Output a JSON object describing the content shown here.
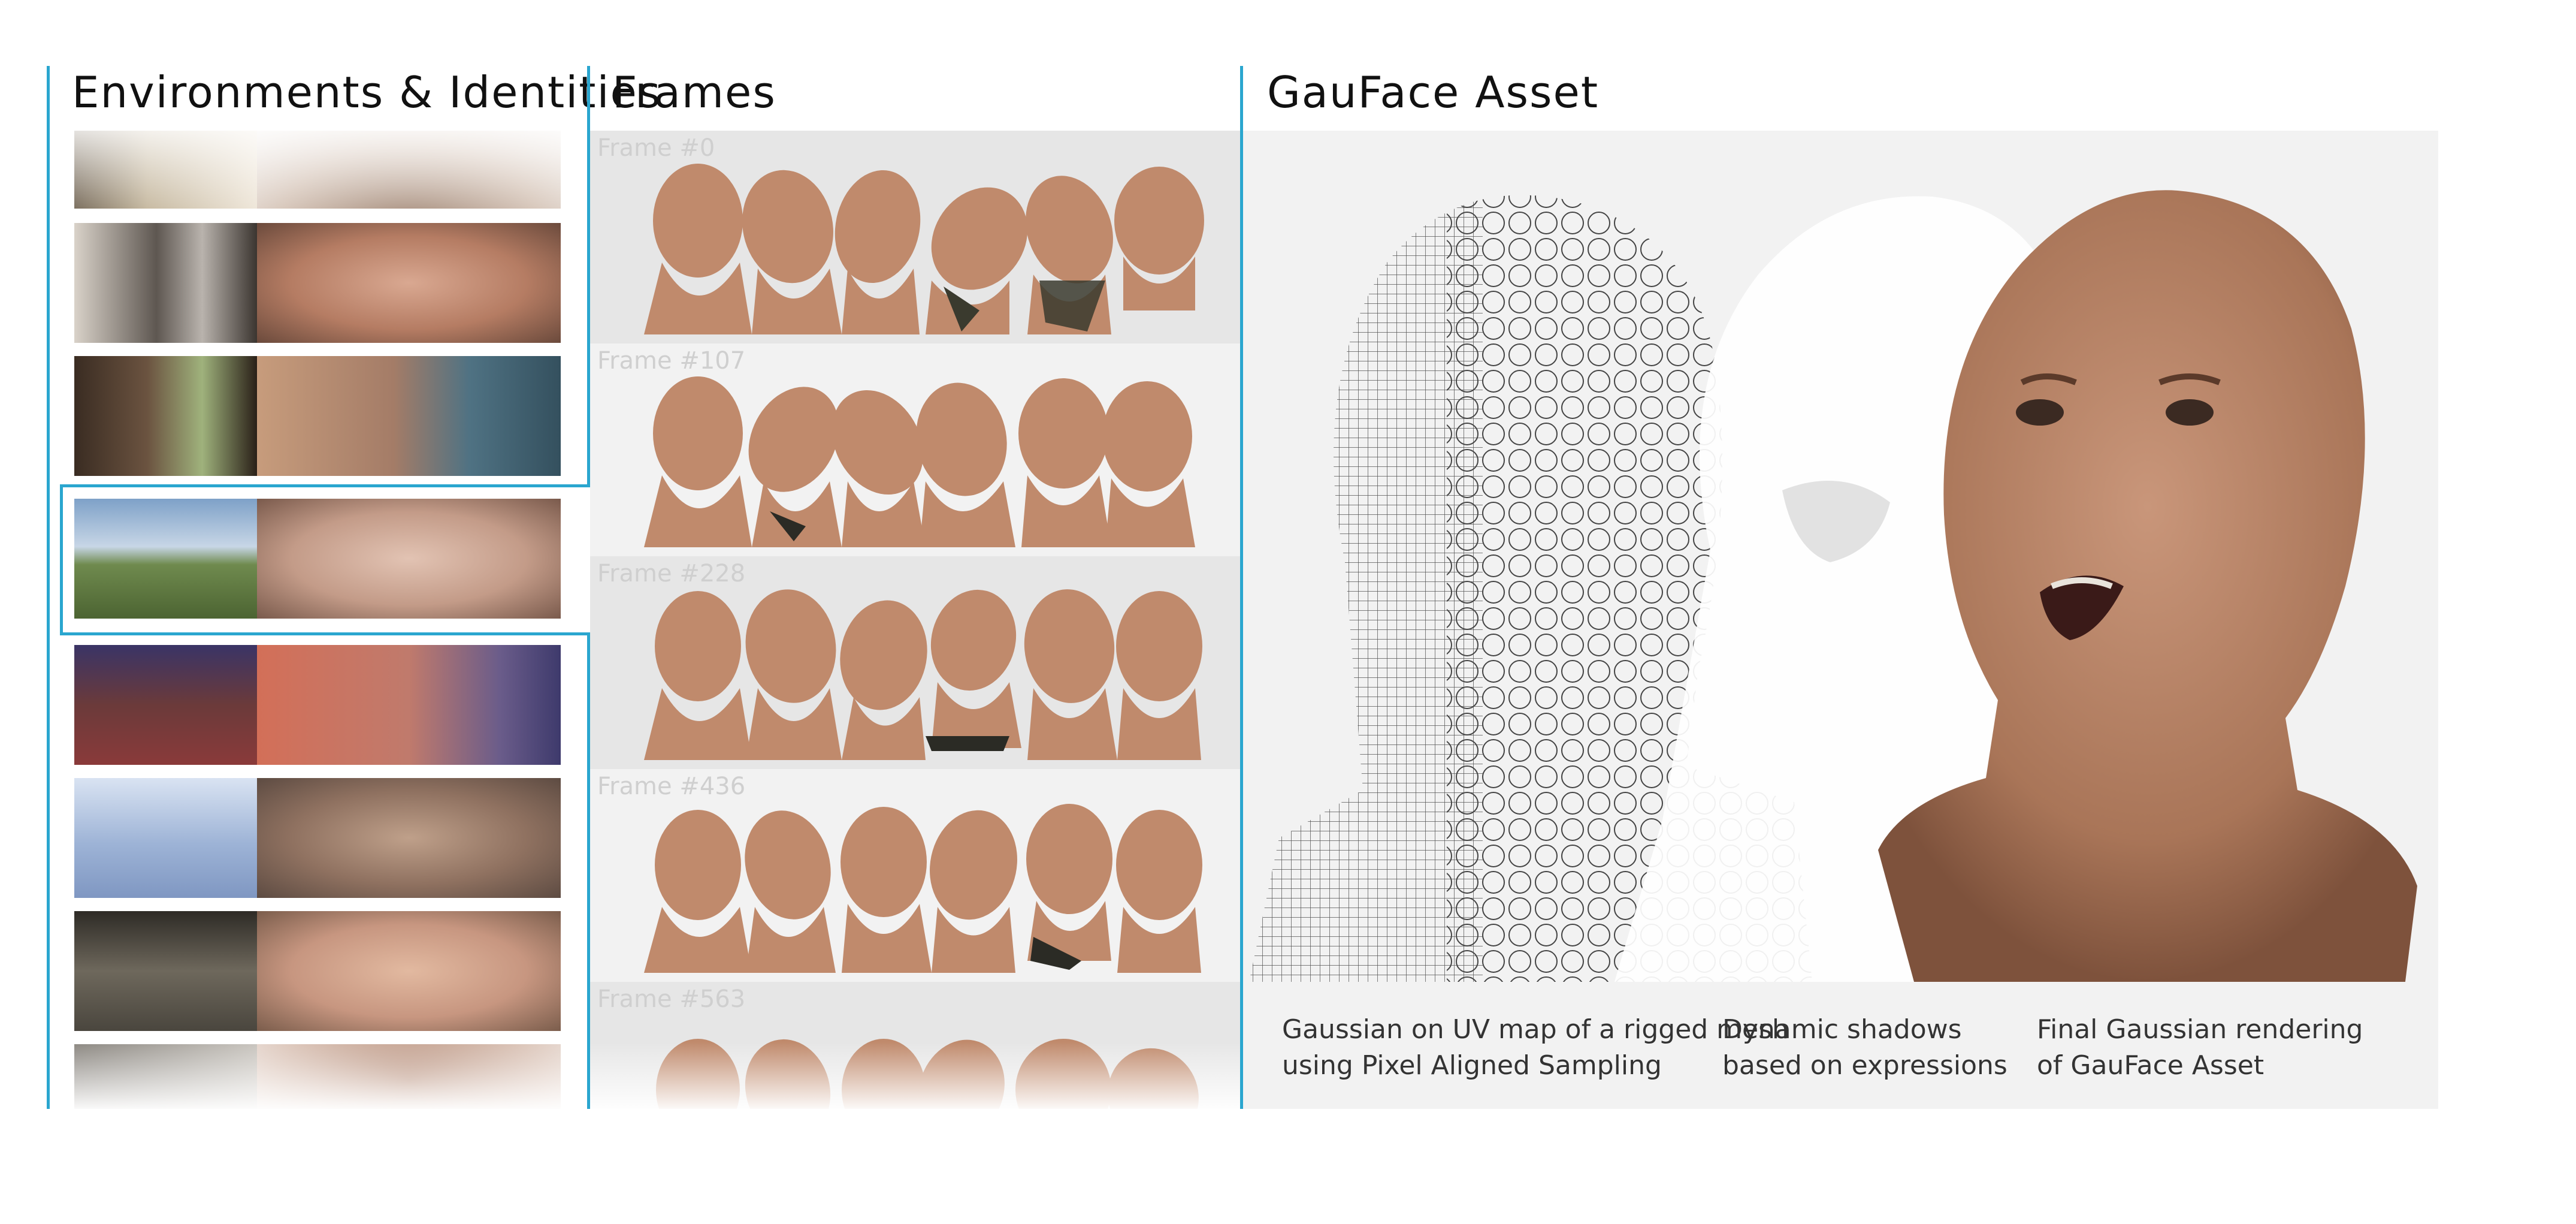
{
  "headings": {
    "environments": "Environments & Identities",
    "frames": "Frames",
    "asset": "GauFace Asset"
  },
  "frames": [
    {
      "label": "Frame #0"
    },
    {
      "label": "Frame #107"
    },
    {
      "label": "Frame #228"
    },
    {
      "label": "Frame #436"
    },
    {
      "label": "Frame #563"
    }
  ],
  "captions": {
    "mesh": "Gaussian on UV map of a rigged mesh\nusing Pixel Aligned Sampling",
    "shadows": "Dynamic shadows\nbased on expressions",
    "final": "Final Gaussian rendering\nof GauFace Asset"
  },
  "colors": {
    "accent": "#2aa6cf",
    "skin": "#c08a6c",
    "panel_bg": "#f2f2f2"
  }
}
